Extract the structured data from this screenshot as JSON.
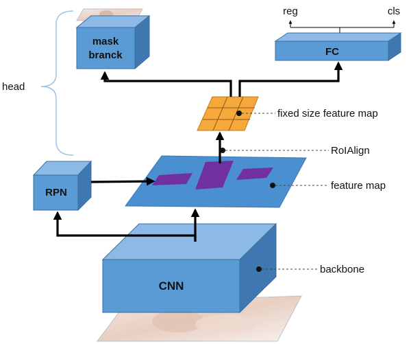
{
  "labels": {
    "head": "head",
    "mask_branch": [
      "mask",
      "branck"
    ],
    "fc": "FC",
    "reg": "reg",
    "cls": "cls",
    "fixed_size_feature_map": "fixed size feature map",
    "roialign": "RoIAlign",
    "rpn": "RPN",
    "feature_map": "feature map",
    "backbone": "backbone",
    "cnn": "CNN"
  },
  "colors": {
    "box_front": "#5b9bd5",
    "box_top": "#8db9e6",
    "box_side": "#3f78b0",
    "box_edge": "#3a6fa0",
    "feature_plane": "#4a8fd0",
    "roi_purple": "#7030a0",
    "grid_orange": "#f6a83a",
    "brace": "#9dc3e6"
  }
}
